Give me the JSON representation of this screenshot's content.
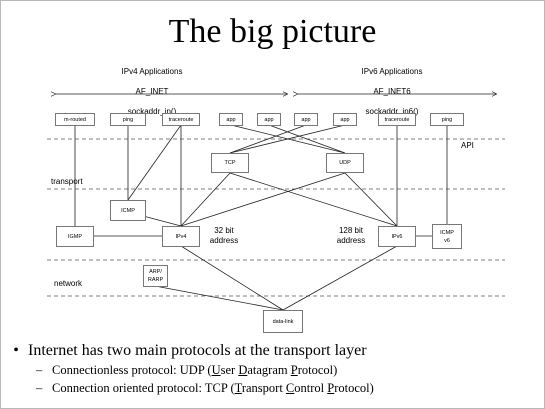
{
  "title": "The big picture",
  "groups": {
    "ipv4": {
      "line1": "IPv4 Applications",
      "line2": "AF_INET",
      "line3": "sockaddr_in()"
    },
    "ipv6": {
      "line1": "IPv6 Applications",
      "line2": "AF_INET6",
      "line3": "sockaddr_in6()"
    }
  },
  "apps": {
    "mrouted": "m-routed",
    "ping1": "ping",
    "traceroute1": "traceroute",
    "app1": "app",
    "app2": "app",
    "app3": "app",
    "app4": "app",
    "traceroute2": "traceroute",
    "ping2": "ping"
  },
  "layers": {
    "api": "API",
    "transport": "transport",
    "network": "network"
  },
  "protocols": {
    "tcp": "TCP",
    "udp": "UDP",
    "icmp": "ICMP",
    "igmp": "IGMP",
    "ipv4": "IPv4",
    "ipv6": "IPv6",
    "icmpv6": "ICMP\nv6",
    "arp": "ARP/\nRARP",
    "datalink": "data-link"
  },
  "address": {
    "ipv4": "32 bit\naddress",
    "ipv6": "128 bit\naddress"
  },
  "bullets": {
    "main": "Internet has two main protocols at the transport layer",
    "udp": {
      "prefix": "Connectionless protocol: UDP (",
      "w1a": "U",
      "w1b": "ser ",
      "w2a": "D",
      "w2b": "atagram ",
      "w3a": "P",
      "w3b": "rotocol",
      "suffix": ")"
    },
    "tcp": {
      "prefix": "Connection oriented protocol: TCP (",
      "w1a": "T",
      "w1b": "ransport ",
      "w2a": "C",
      "w2b": "ontrol ",
      "w3a": "P",
      "w3b": "rotocol",
      "suffix": ")"
    }
  },
  "colors": {
    "line": "#222222",
    "dash": "#555555",
    "box_border": "#777777"
  }
}
